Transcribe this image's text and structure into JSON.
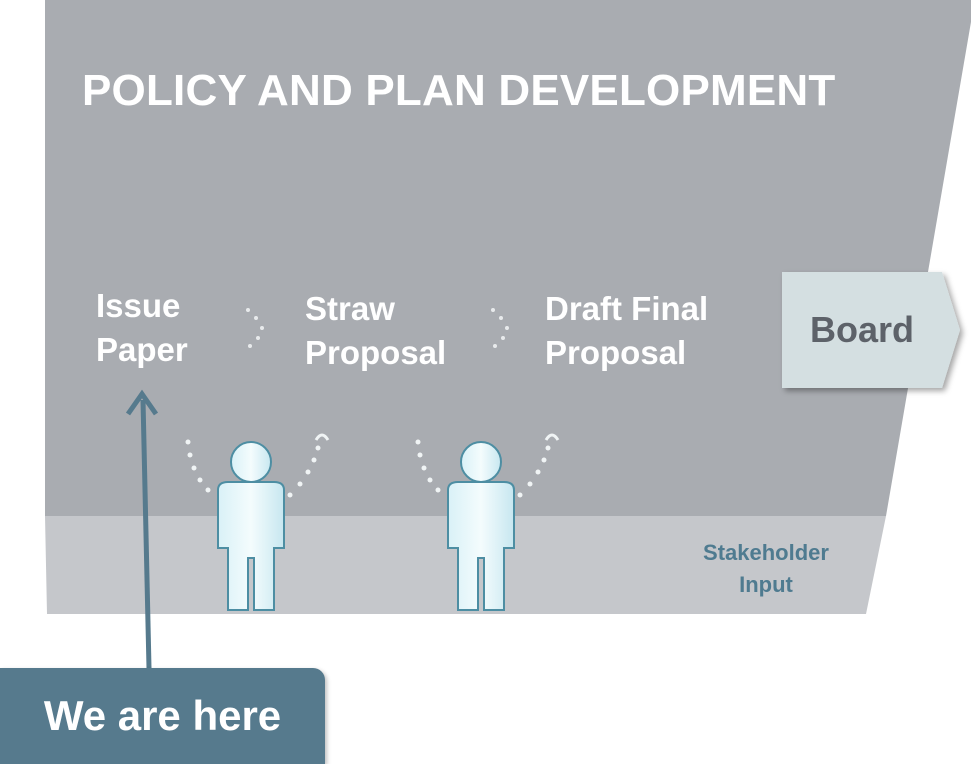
{
  "diagram": {
    "title": "POLICY AND PLAN DEVELOPMENT",
    "stages": [
      {
        "line1": "Issue",
        "line2": "Paper"
      },
      {
        "line1": "Straw",
        "line2": "Proposal"
      },
      {
        "line1": "Draft Final",
        "line2": "Proposal"
      }
    ],
    "board_label": "Board",
    "stakeholder": {
      "line1": "Stakeholder",
      "line2": "Input"
    },
    "marker_label": "We are here",
    "icons": [
      "stakeholder-figure-icon",
      "speech-arrow-icon",
      "up-arrow-icon"
    ],
    "colors": {
      "process_band": "#a9acb1",
      "input_band": "#c5c7cb",
      "board_box": "#d4dfe1",
      "marker": "#567a8d",
      "stakeholder_text": "#4f7b90"
    }
  }
}
